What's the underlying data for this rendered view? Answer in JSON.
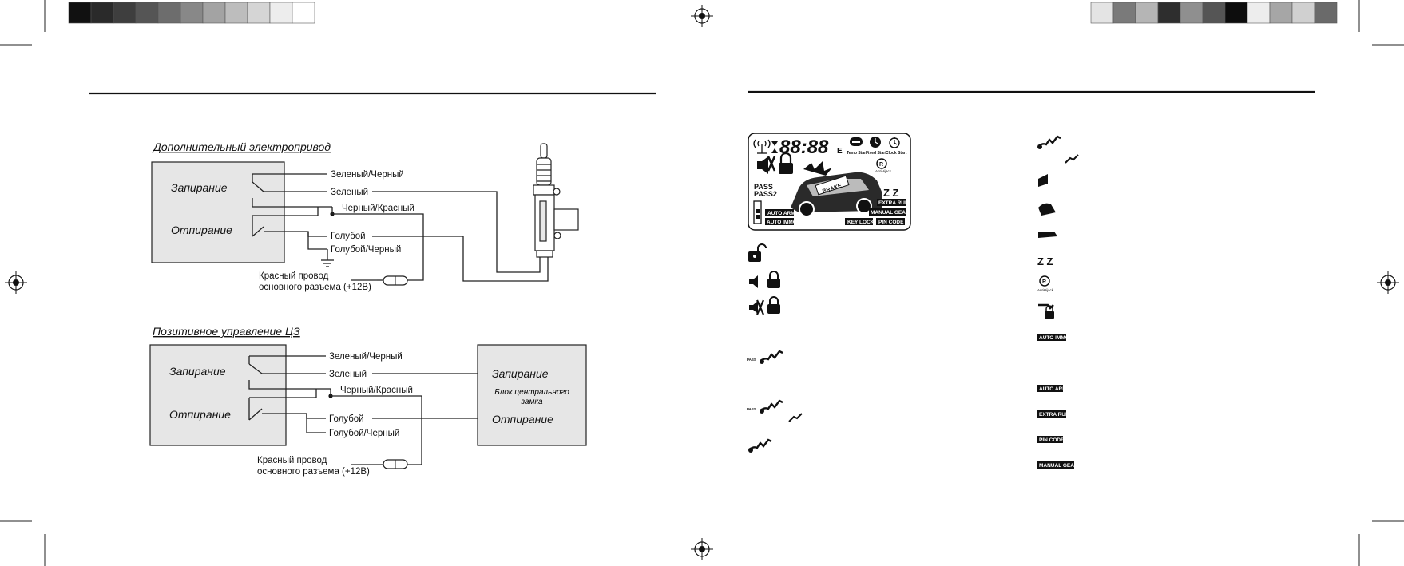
{
  "diagram1": {
    "title": "Дополнительный электропривод",
    "lock_label": "Запирание",
    "unlock_label": "Отпирание",
    "wires": {
      "green_black": "Зеленый/Черный",
      "green": "Зеленый",
      "black_red": "Черный/Красный",
      "blue": "Голубой",
      "blue_black": "Голубой/Черный"
    },
    "red_wire_line1": "Красный провод",
    "red_wire_line2": "основного разъема (+12В)"
  },
  "diagram2": {
    "title": "Позитивное управление ЦЗ",
    "lock_label": "Запирание",
    "unlock_label": "Отпирание",
    "wires": {
      "green_black": "Зеленый/Черный",
      "green": "Зеленый",
      "black_red": "Черный/Красный",
      "blue": "Голубой",
      "blue_black": "Голубой/Черный"
    },
    "red_wire_line1": "Красный провод",
    "red_wire_line2": "основного разъема (+12В)",
    "central_lock_block": {
      "lock_label": "Запирание",
      "name_line1": "Блок центрального",
      "name_line2": "замка",
      "unlock_label": "Отпирание"
    }
  },
  "lcd": {
    "digits": "88:88",
    "labels": {
      "temp_start": "Temp Start",
      "fixed_start": "Fixed Start",
      "clock_start": "Clock Start",
      "antihijack": "AntiHijack",
      "pass": "PASS",
      "pass2": "PASS2",
      "brake": "BRAKE",
      "extra_run": "EXTRA RUN",
      "manual_gear": "MANUAL GEAR",
      "auto_arm": "AUTO ARM",
      "auto_immo": "AUTO IMMO",
      "key_lock": "KEY LOCK",
      "pin_code": "PIN CODE",
      "zz": "Z Z"
    }
  },
  "left_icons": {
    "pass": "PASS"
  },
  "right_icons": {
    "antihijack": "AntiHijack",
    "auto_immo": "AUTO IMMO",
    "auto_arm": "AUTO ARM",
    "extra_run": "EXTRA RUN",
    "pin_code": "PIN CODE",
    "manual_gear": "MANUAL GEAR",
    "zz": "Z Z"
  },
  "colors": {
    "block_fill": "#e6e6e6",
    "ink": "#111111"
  }
}
